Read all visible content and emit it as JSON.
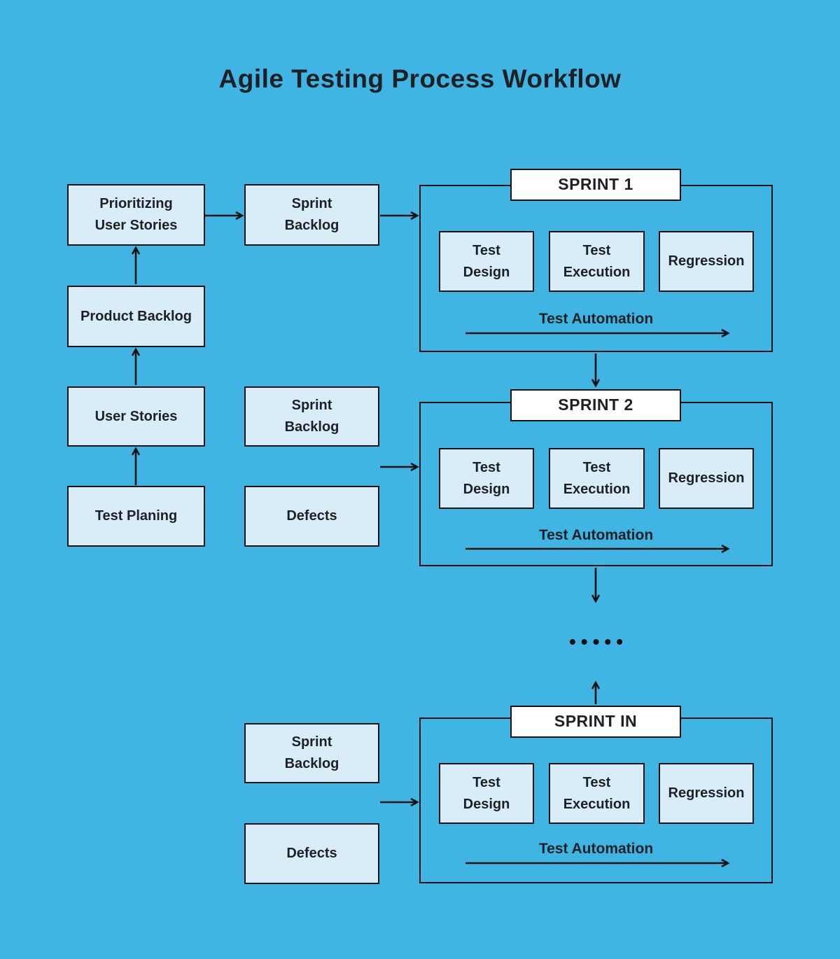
{
  "title": "Agile Testing Process Workflow",
  "colors": {
    "background": "#40b5e3",
    "node_fill": "#d9edf8",
    "header_fill": "#ffffff",
    "line": "#121212",
    "text": "#1d2025"
  },
  "nodes": {
    "prioritizing_user_stories": "Prioritizing\nUser Stories",
    "product_backlog": "Product Backlog",
    "user_stories": "User Stories",
    "test_planing": "Test Planing",
    "sprint_backlog_top": "Sprint\nBacklog",
    "sprint_backlog_mid": "Sprint\nBacklog",
    "defects_mid": "Defects",
    "sprint_backlog_bottom": "Sprint\nBacklog",
    "defects_bottom": "Defects"
  },
  "sprints": [
    {
      "header": "SPRINT 1",
      "steps": [
        "Test\nDesign",
        "Test\nExecution",
        "Regression"
      ],
      "automation": "Test Automation"
    },
    {
      "header": "SPRINT 2",
      "steps": [
        "Test\nDesign",
        "Test\nExecution",
        "Regression"
      ],
      "automation": "Test Automation"
    },
    {
      "header": "SPRINT IN",
      "steps": [
        "Test\nDesign",
        "Test\nExecution",
        "Regression"
      ],
      "automation": "Test Automation"
    }
  ],
  "ellipsis": "•••••"
}
